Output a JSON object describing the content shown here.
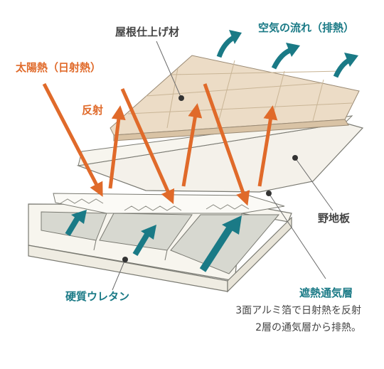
{
  "labels": {
    "roof_finish": "屋根仕上げ材",
    "airflow": "空気の流れ（排熱）",
    "solar_heat": "太陽熱（日射熱）",
    "reflection": "反射",
    "sheathing": "野地板",
    "rigid_urethane": "硬質ウレタン",
    "thermal_vent_layer": "遮熱通気層"
  },
  "notes": {
    "line1": "3面アルミ箔で日射熱を反射",
    "line2": "2層の通気層から排熱。"
  },
  "colors": {
    "orange": "#e06a2a",
    "teal": "#1a7a86",
    "leader": "#6b6b6b",
    "text_dark": "#444444",
    "roof_tile": "#ecdcc6",
    "roof_tile_dark": "#d9c3a5",
    "board": "#f4f1ea",
    "urethane": "#d7d8d0",
    "frame": "#f7f5ee",
    "frame_line": "#7a7a72"
  }
}
